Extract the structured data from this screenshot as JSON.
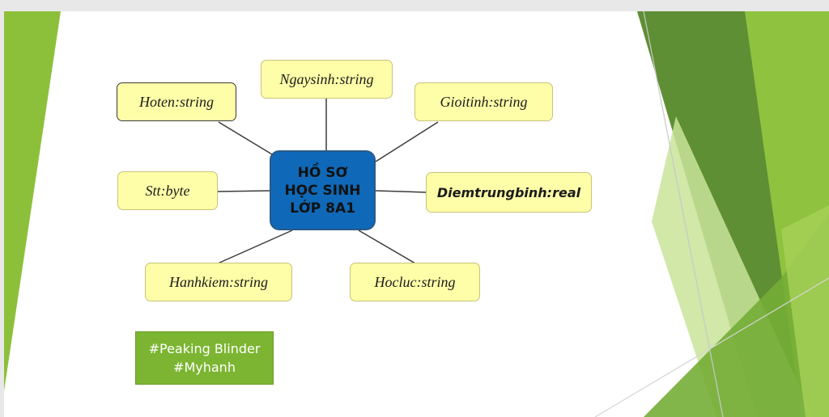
{
  "diagram": {
    "center": {
      "lines": [
        "HỒ SƠ",
        "HỌC SINH",
        "LỚP 8A1"
      ]
    },
    "nodes": {
      "hoten": "Hoten:string",
      "ngaysinh": "Ngaysinh:string",
      "gioitinh": "Gioitinh:string",
      "stt": "Stt:byte",
      "diemtrungbinh": "Diemtrungbinh:real",
      "hanhkiem": "Hanhkiem:string",
      "hocluc": "Hocluc:string"
    }
  },
  "tags": {
    "line1": "#Peaking Blinder",
    "line2": "#Myhanh"
  },
  "colors": {
    "center_fill": "#0f69b8",
    "node_fill": "#fefea8",
    "tag_fill": "#7cb532",
    "green_light": "#9dc83c",
    "green_dark": "#5c8a2a"
  }
}
